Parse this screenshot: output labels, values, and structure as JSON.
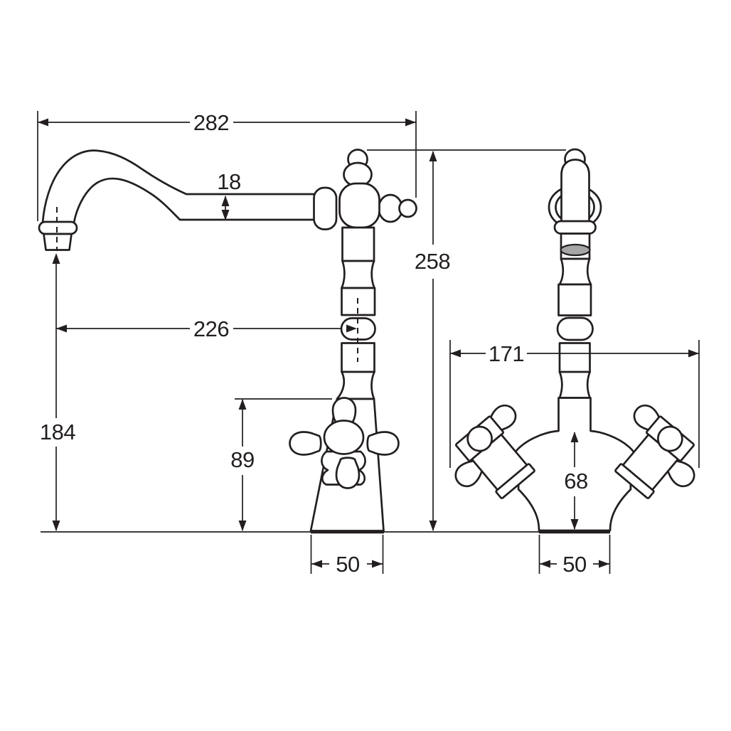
{
  "drawing": {
    "description": "Dimensioned line drawing of a traditional two-handle monobloc mixer tap, side elevation (left) and front elevation (right)",
    "background_color": "#ffffff",
    "line_color": "#231f20",
    "spout_opening_fill": "#a6a6a6",
    "side_view": {
      "dims": {
        "overall_reach": "282",
        "spout_tube": "18",
        "aerator_reach": "226",
        "spout_clearance": "184",
        "handle_height": "89",
        "base_width": "50"
      }
    },
    "front_view": {
      "dims": {
        "overall_height": "258",
        "handle_span": "171",
        "body_height": "68",
        "base_width": "50"
      }
    }
  }
}
